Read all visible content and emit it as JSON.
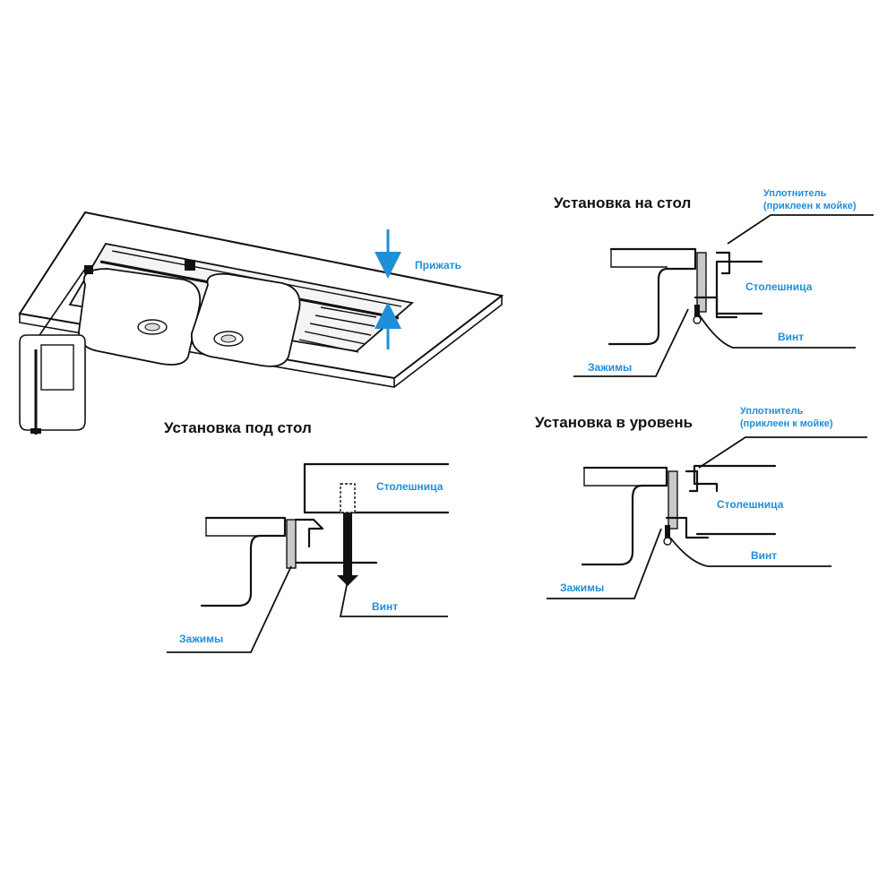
{
  "labels": {
    "press": "Прижать",
    "install_on_table": "Установка на стол",
    "install_under_table": "Установка под стол",
    "install_flush": "Установка в уровень",
    "sealant": "Уплотнитель",
    "sealant_note": "(приклеен к мойке)",
    "countertop": "Столешница",
    "screw": "Винт",
    "clamps": "Зажимы"
  },
  "colors": {
    "label_blue": "#1f8fd8",
    "arrow_blue": "#1f8fd8",
    "line": "#111111"
  }
}
